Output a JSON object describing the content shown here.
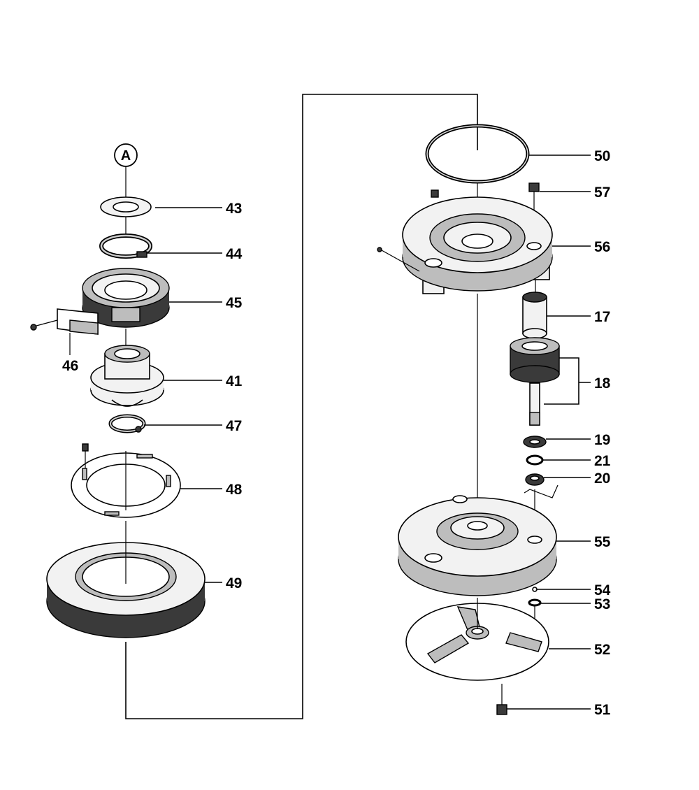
{
  "marker": {
    "label": "A"
  },
  "callouts": [
    {
      "id": "43",
      "label": "43"
    },
    {
      "id": "44",
      "label": "44"
    },
    {
      "id": "45",
      "label": "45"
    },
    {
      "id": "46",
      "label": "46"
    },
    {
      "id": "41",
      "label": "41"
    },
    {
      "id": "47",
      "label": "47"
    },
    {
      "id": "48",
      "label": "48"
    },
    {
      "id": "49",
      "label": "49"
    },
    {
      "id": "50",
      "label": "50"
    },
    {
      "id": "57",
      "label": "57"
    },
    {
      "id": "56",
      "label": "56"
    },
    {
      "id": "17",
      "label": "17"
    },
    {
      "id": "18",
      "label": "18"
    },
    {
      "id": "19",
      "label": "19"
    },
    {
      "id": "21",
      "label": "21"
    },
    {
      "id": "20",
      "label": "20"
    },
    {
      "id": "55",
      "label": "55"
    },
    {
      "id": "54",
      "label": "54"
    },
    {
      "id": "53",
      "label": "53"
    },
    {
      "id": "52",
      "label": "52"
    },
    {
      "id": "51",
      "label": "51"
    }
  ]
}
